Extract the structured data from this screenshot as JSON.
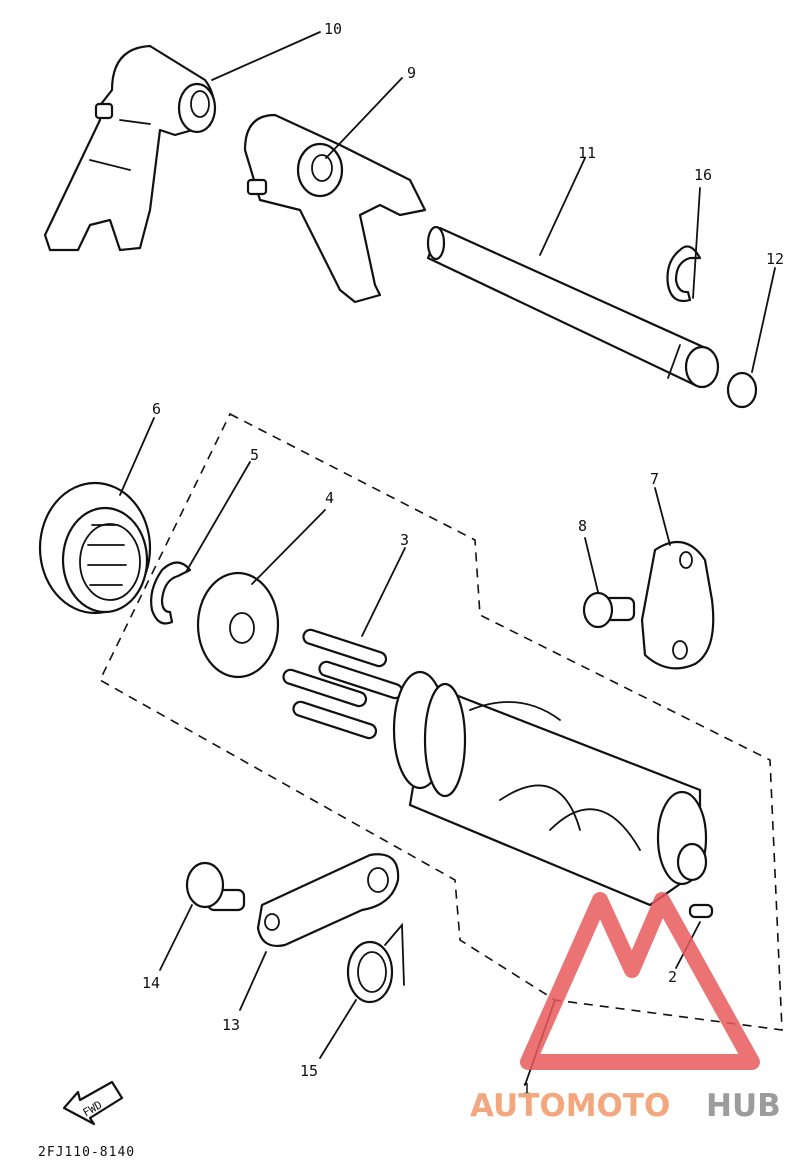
{
  "parts": [
    {
      "id": "1",
      "label": "1"
    },
    {
      "id": "2",
      "label": "2"
    },
    {
      "id": "3",
      "label": "3"
    },
    {
      "id": "4",
      "label": "4"
    },
    {
      "id": "5",
      "label": "5"
    },
    {
      "id": "6",
      "label": "6"
    },
    {
      "id": "7",
      "label": "7"
    },
    {
      "id": "8",
      "label": "8"
    },
    {
      "id": "9",
      "label": "9"
    },
    {
      "id": "10",
      "label": "10"
    },
    {
      "id": "11",
      "label": "11"
    },
    {
      "id": "12",
      "label": "12"
    },
    {
      "id": "13",
      "label": "13"
    },
    {
      "id": "14",
      "label": "14"
    },
    {
      "id": "15",
      "label": "15"
    },
    {
      "id": "16",
      "label": "16"
    }
  ],
  "fwd_label": "FWD",
  "diagram_code": "2FJ110-8140",
  "watermark": {
    "part_a": "AUTOMOTO",
    "part_b": "HUB",
    "color_a": "#f2a77e",
    "color_b": "#9c9c9c",
    "logo_color": "#e85a5a"
  }
}
